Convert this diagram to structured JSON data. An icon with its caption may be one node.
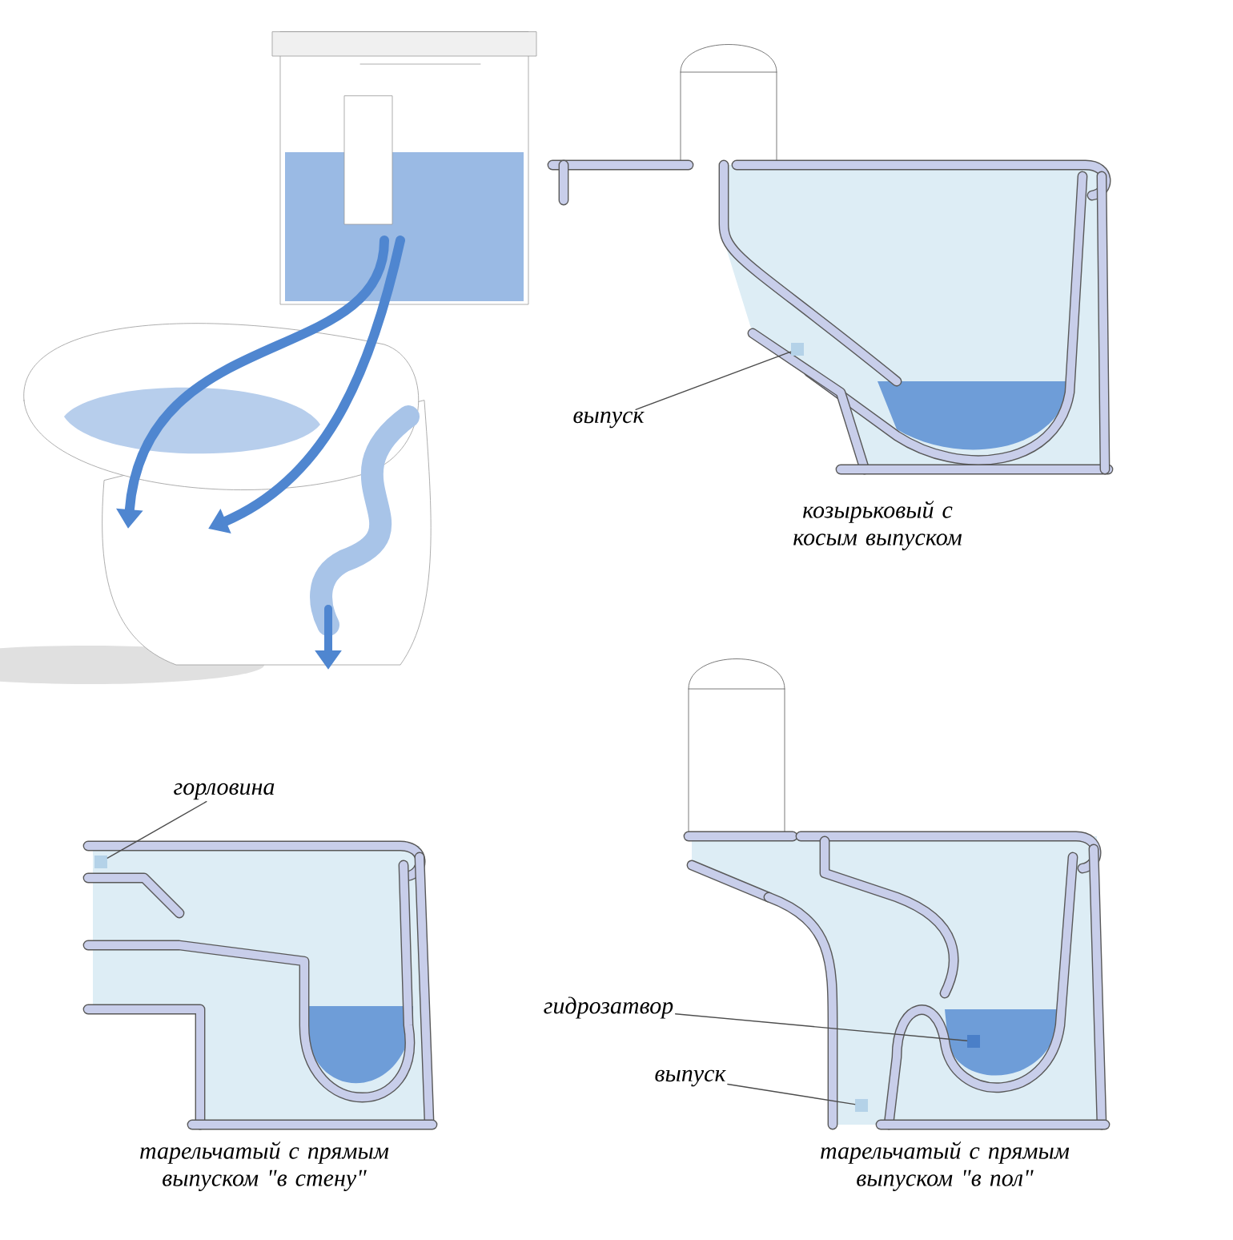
{
  "diagram": {
    "nodes": [
      {
        "text": [
          "выпуск"
        ]
      },
      {
        "text": [
          "горловина"
        ]
      },
      {
        "text": [
          "гидрозатвор"
        ]
      },
      {
        "text": [
          "выпуск"
        ]
      },
      {
        "text": [],
        "shape": "pipe"
      },
      {
        "text": [],
        "shape": "pipe"
      },
      {
        "text": [],
        "shape": "water"
      },
      {
        "text": [],
        "shape": "pipe"
      }
    ],
    "edges": [
      {
        "from": 0,
        "to": 4,
        "arrow": "none"
      },
      {
        "from": 1,
        "to": 5,
        "arrow": "none"
      },
      {
        "from": 2,
        "to": 6,
        "arrow": "none"
      },
      {
        "from": 3,
        "to": 7,
        "arrow": "none"
      }
    ],
    "labels": [
      "козырьковый с косым выпуском",
      "тарельчатый с прямым выпуском \"в стену\"",
      "тарельчатый с прямым выпуском \"в пол\""
    ]
  }
}
